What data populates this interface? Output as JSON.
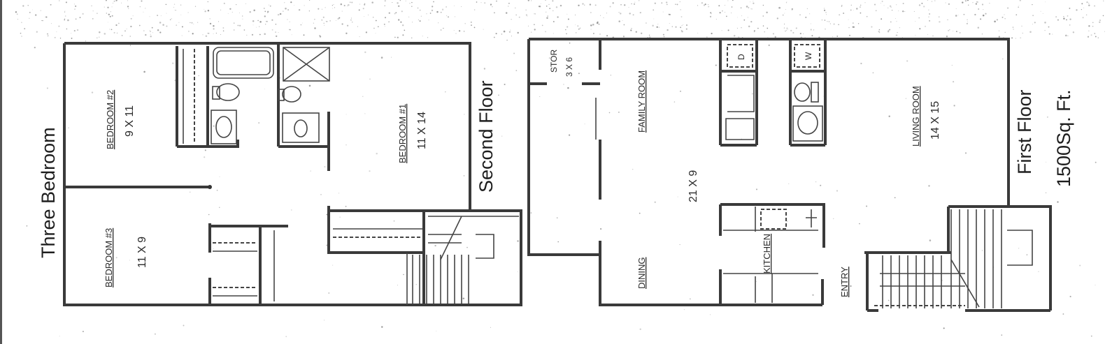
{
  "titles": {
    "three_bedroom": "Three Bedroom",
    "second_floor": "Second Floor",
    "first_floor": "First Floor",
    "area": "1500Sq. Ft."
  },
  "rooms": {
    "bedroom2": {
      "name": "BEDROOM #2",
      "size": "9 X 11"
    },
    "bedroom1": {
      "name": "BEDROOM #1",
      "size": "11 X 14"
    },
    "bedroom3": {
      "name": "BEDROOM #3",
      "size": "11 X 9"
    },
    "storage": {
      "name": "STOR",
      "size": "3 X 6"
    },
    "family_room": {
      "name": "FAMILY ROOM",
      "size": "21 X 9"
    },
    "living_room": {
      "name": "LIVING ROOM",
      "size": "14 X 15"
    },
    "dining": {
      "name": "DINING"
    },
    "kitchen": {
      "name": "KITCHEN"
    },
    "entry": {
      "name": "ENTRY"
    }
  },
  "appliances": {
    "dryer": "D",
    "washer": "W"
  }
}
